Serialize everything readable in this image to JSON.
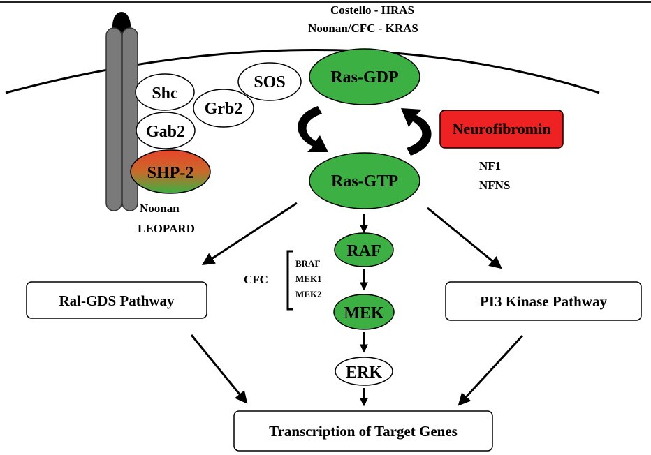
{
  "header": {
    "line1": "Costello - HRAS",
    "line2": "Noonan/CFC - KRAS"
  },
  "adaptors": {
    "shc": "Shc",
    "grb2": "Grb2",
    "sos": "SOS",
    "gab2": "Gab2",
    "shp2": "SHP-2"
  },
  "shp2_syndromes": [
    "Noonan",
    "LEOPARD"
  ],
  "ras": {
    "gdp": "Ras-GDP",
    "gtp": "Ras-GTP"
  },
  "neurofibromin": {
    "label": "Neurofibromin",
    "syndromes": [
      "NF1",
      "NFNS"
    ]
  },
  "cascade": {
    "raf": "RAF",
    "mek": "MEK",
    "erk": "ERK"
  },
  "cfc": {
    "label": "CFC",
    "genes": [
      "BRAF",
      "MEK1",
      "MEK2"
    ]
  },
  "pathways": {
    "ral": "Ral-GDS Pathway",
    "pi3k": "PI3 Kinase Pathway",
    "transcription": "Transcription of Target Genes"
  },
  "colors": {
    "green": "#3cb043",
    "red": "#ee2222",
    "receptor": "#7a7a7a"
  }
}
